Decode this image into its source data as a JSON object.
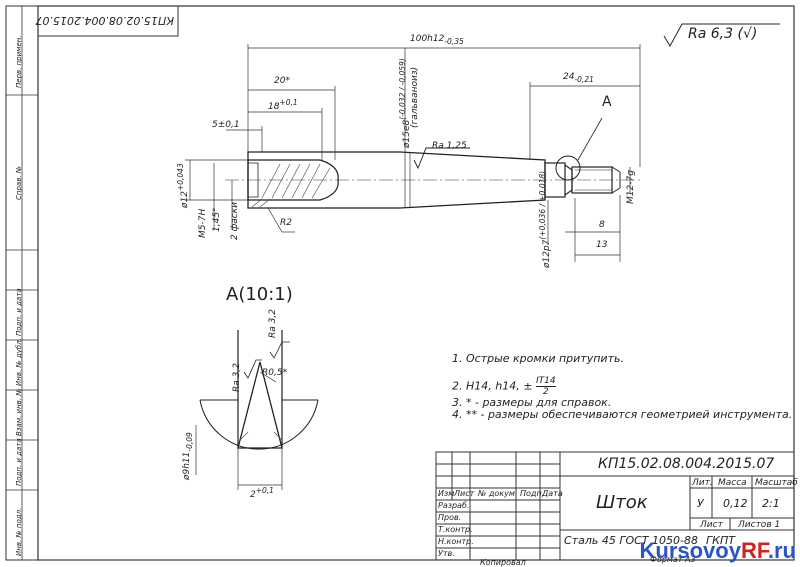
{
  "stamp_top": "КП15.02.08.004.2015.07",
  "roughness_global": "Ra 6,3",
  "roughness_global_symbol": "(√)",
  "dimensions": {
    "overall_length": "100h12",
    "overall_length_tol": "-0,35",
    "d_shank": "ø15e8",
    "d_shank_tol": "(-0,032 / -0,059)",
    "d_shank_note": "(гальваноиз)",
    "len_20": "20*",
    "len_18": "18",
    "len_18_tol": "+0,1",
    "len_5": "5±0,1",
    "d_12": "ø12",
    "d_12_tol": "+0,043",
    "thread_left": "M5-7H",
    "angle": "1,45°",
    "chamfer": "2 фаски",
    "radius_r2": "R2",
    "len_24": "24",
    "len_24_tol": "-0,21",
    "label_a": "A",
    "ra_125": "Ra 1,25",
    "d_12p7": "ø12p7",
    "d_12p7_tol": "(+0,036 / +0,018)",
    "len_8": "8",
    "len_13": "13",
    "thread_right": "M12-7g"
  },
  "detail": {
    "title": "A(10:1)",
    "ra_32_a": "Ra 3,2",
    "ra_32_b": "Ra 3,2",
    "radius": "R0,5*",
    "diameter": "ø9h11",
    "diameter_tol": "-0,09",
    "width": "2",
    "width_tol": "+0,1"
  },
  "notes": [
    "1. Острые кромки притупить.",
    "2. H14, h14, ±",
    "3. * - размеры для справок.",
    "4. ** - размеры обеспечиваются геометрией инструмента."
  ],
  "note2_frac_num": "IT14",
  "note2_frac_den": "2",
  "title_block": {
    "code": "КП15.02.08.004.2015.07",
    "part_name": "Шток",
    "material": "Сталь 45 ГОСТ 1050-88",
    "group": "ГКПТ",
    "lit_header": "Лит.",
    "mass_header": "Масса",
    "scale_header": "Масштаб",
    "lit_value": "У",
    "mass_value": "0,12",
    "scale_value": "2:1",
    "sheet_label": "Лист",
    "sheets_label": "Листов",
    "sheets_value": "1",
    "rows": [
      "Изм",
      "Лист",
      "№ докум.",
      "Подп.",
      "Дата"
    ],
    "roles": [
      "Разраб.",
      "Пров.",
      "Т.контр.",
      "",
      "Н.контр.",
      "Утв."
    ],
    "copied": "Копировал",
    "format": "Формат А3"
  },
  "side_labels": [
    "Перв. примен.",
    "Справ. №",
    "Подп. и дата",
    "Инв. № дубл.",
    "Взам. инв. №",
    "Подп. и дата",
    "Инв. № подл."
  ],
  "watermark_a": "Kursovoy",
  "watermark_b": "RF",
  "watermark_c": ".ru"
}
